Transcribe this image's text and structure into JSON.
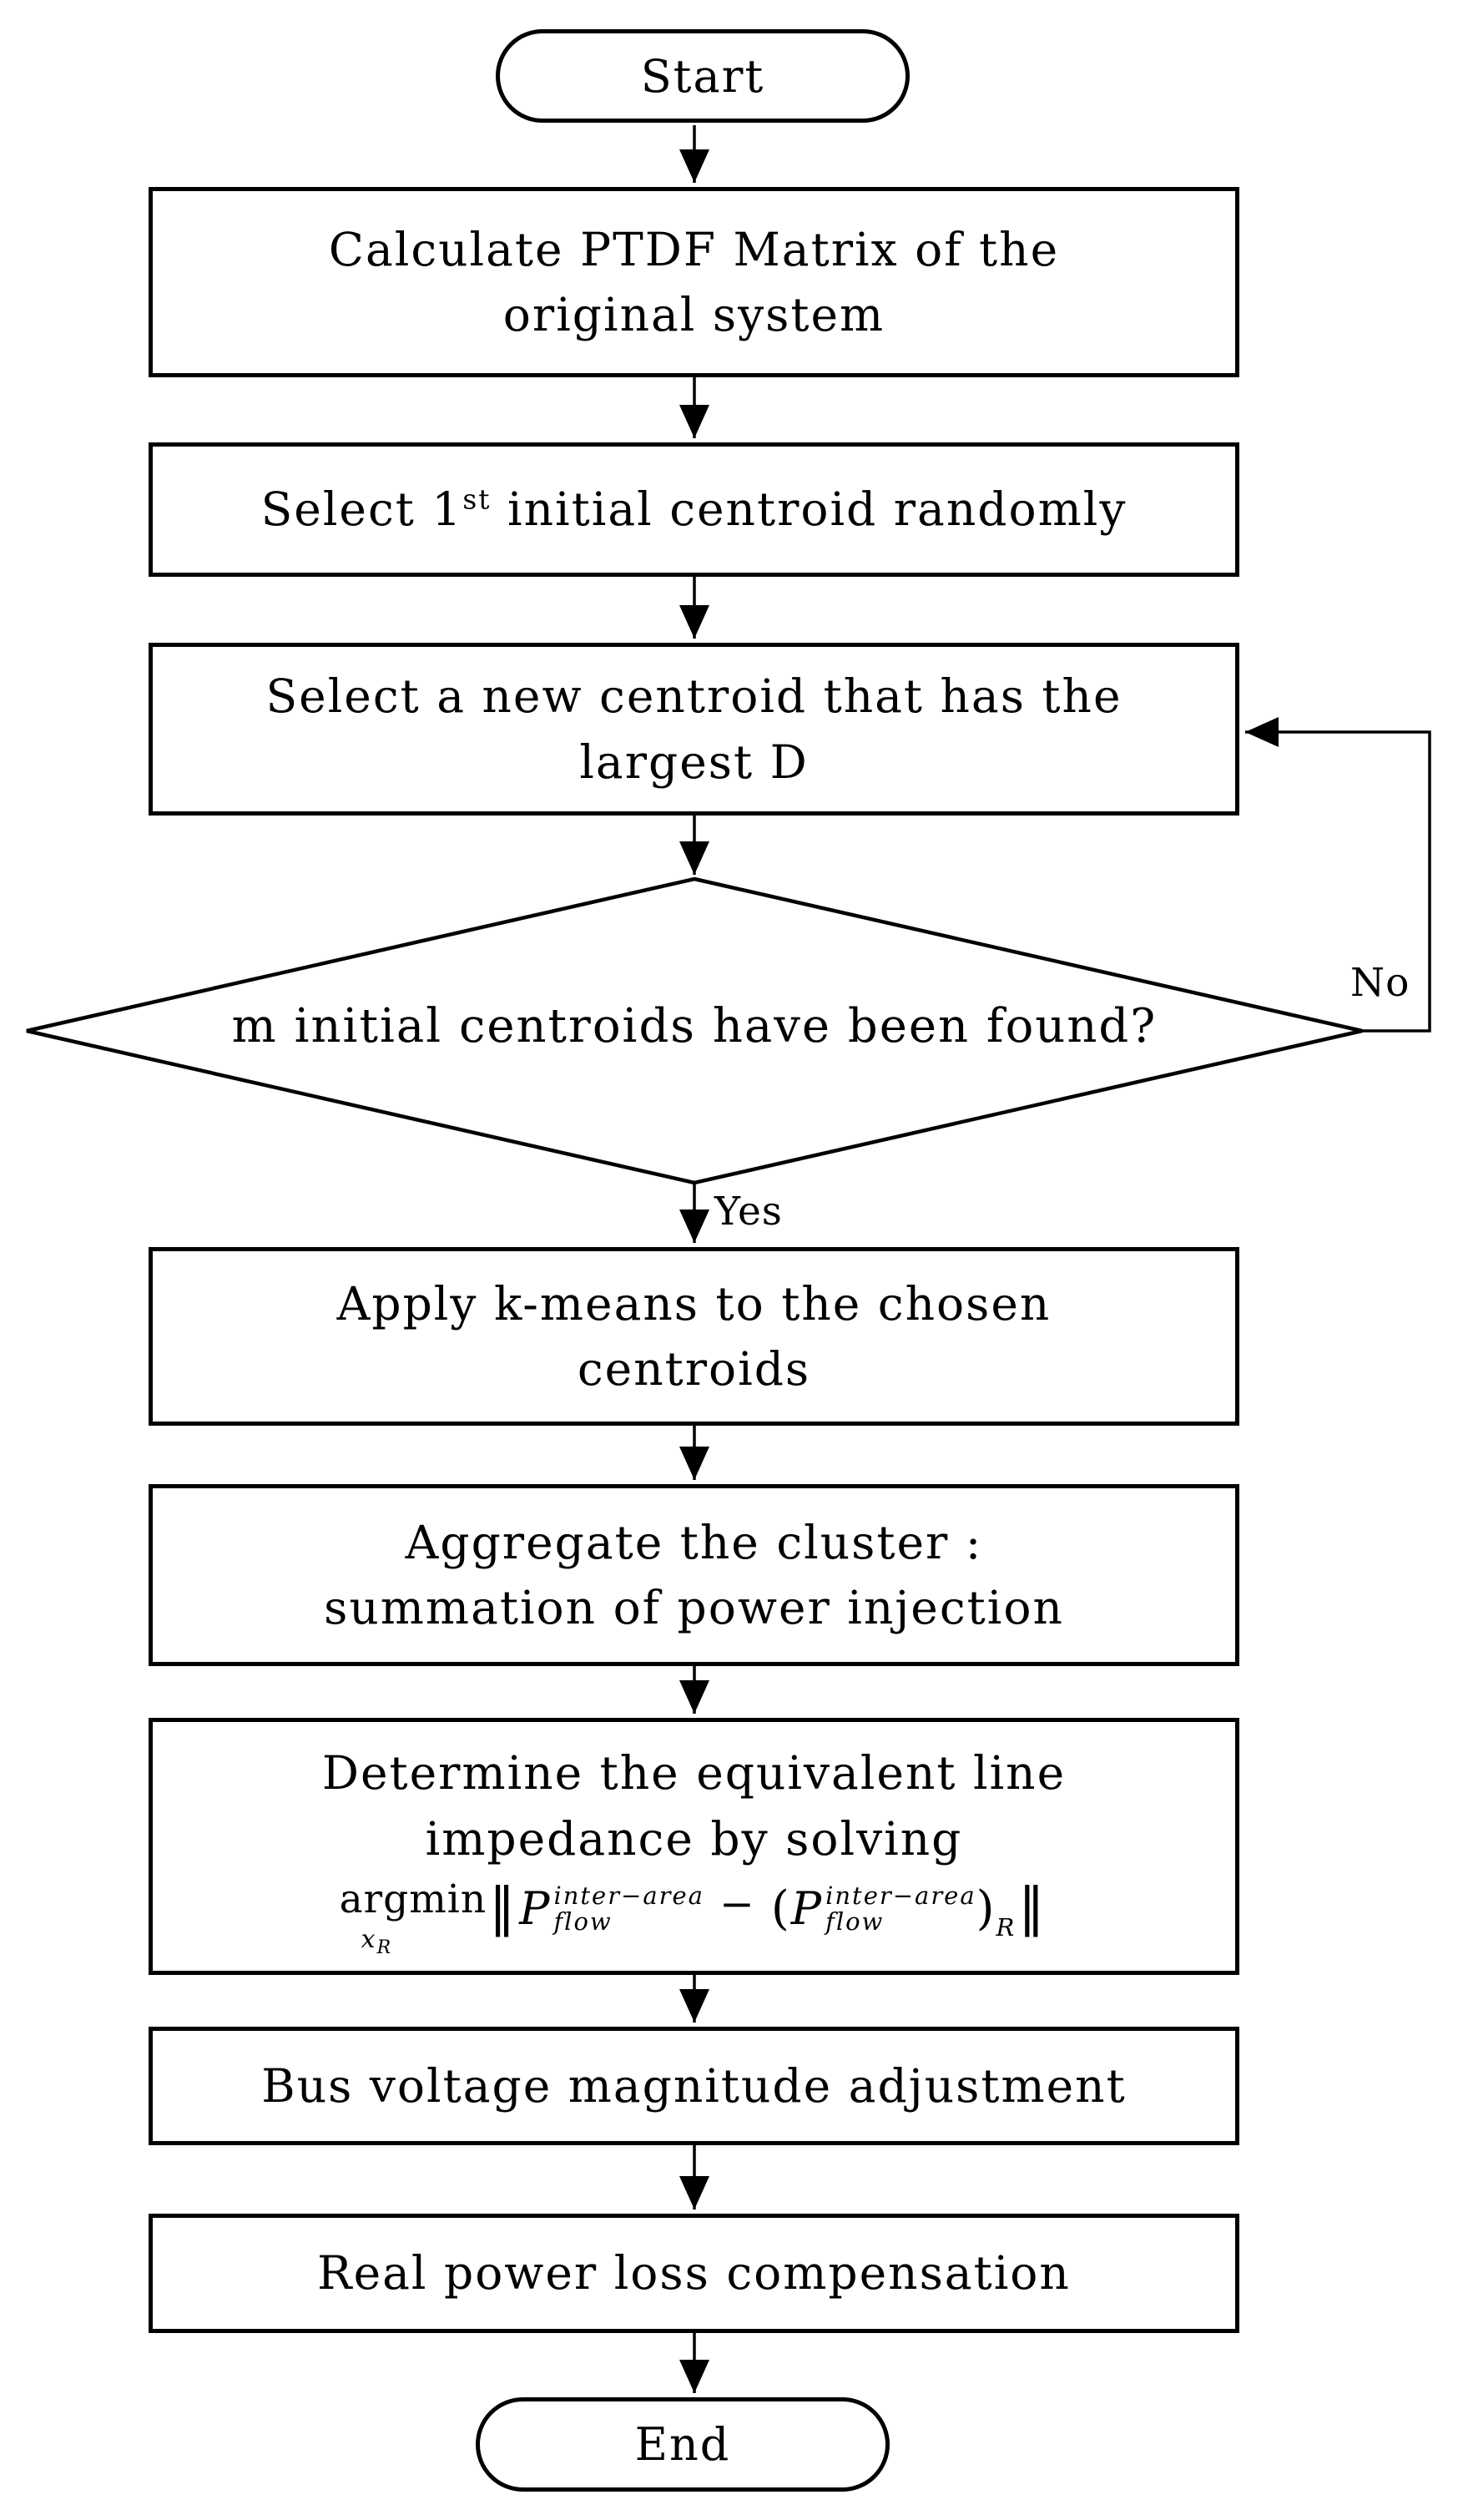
{
  "colors": {
    "background": "#ffffff",
    "line": "#000000",
    "text": "#000000",
    "node_fill": "#ffffff"
  },
  "flowchart": {
    "start": {
      "label": "Start"
    },
    "calc_ptdf": {
      "line1": "Calculate PTDF Matrix of the",
      "line2": "original system"
    },
    "select_first": {
      "prefix": "Select 1",
      "sup": "st",
      "suffix": " initial centroid randomly"
    },
    "select_new": {
      "line1": "Select a new centroid that has the",
      "line2": "largest D"
    },
    "decision": {
      "question": "m initial centroids have been found?",
      "yes": "Yes",
      "no": "No"
    },
    "kmeans": {
      "line1": "Apply k-means to the chosen",
      "line2": "centroids"
    },
    "aggregate": {
      "line1": "Aggregate the cluster :",
      "line2": "summation of power injection"
    },
    "determine": {
      "line1": "Determine the equivalent line",
      "line2": "impedance by solving",
      "formula": {
        "operator": "argmin",
        "operator_sub_var": "x",
        "operator_sub_sub": "R",
        "norm_open": "‖",
        "p_left": "P",
        "p_left_sup": "inter−area",
        "p_left_sub": "flow",
        "minus": "−",
        "paren_open": "(",
        "p_right": "P",
        "p_right_sup": "inter−area",
        "p_right_sub": "flow",
        "paren_close": ")",
        "paren_sub": "R",
        "norm_close": "‖"
      }
    },
    "bus_voltage": {
      "label": "Bus voltage magnitude adjustment"
    },
    "loss_comp": {
      "label": "Real power loss compensation"
    },
    "end": {
      "label": "End"
    }
  }
}
